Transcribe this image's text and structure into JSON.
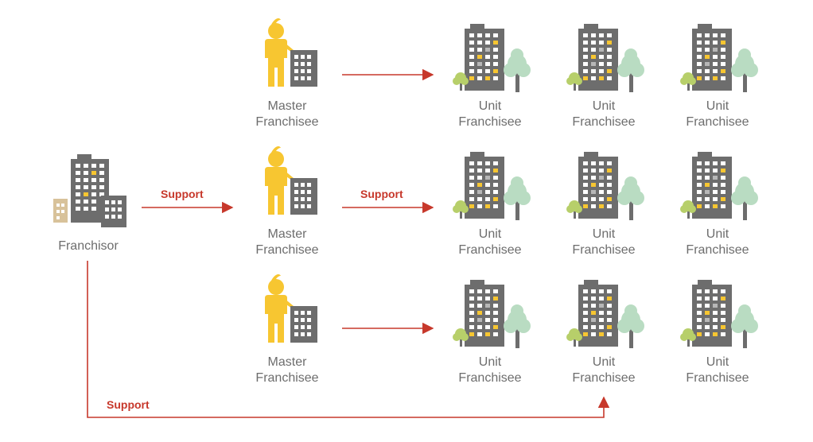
{
  "colors": {
    "arrow": "#c7382b",
    "building": "#6d6d6d",
    "window": "#ffffff",
    "window_accent": "#f7c631",
    "window_muted": "#b7b7b7",
    "person": "#f7c631",
    "tree_large": "#b9dcc2",
    "tree_small": "#b7cf6a",
    "trunk": "#6d6d6d",
    "small_building": "#d8c29a",
    "label": "#6d6d6d"
  },
  "icons": {
    "franchisor": "office-buildings-icon",
    "master_franchisee": "person-with-building-icon",
    "unit_franchisee": "building-with-trees-icon"
  },
  "franchisor": {
    "label": "Franchisor"
  },
  "masters": [
    {
      "label_line1": "Master",
      "label_line2": "Franchisee"
    },
    {
      "label_line1": "Master",
      "label_line2": "Franchisee"
    },
    {
      "label_line1": "Master",
      "label_line2": "Franchisee"
    }
  ],
  "units": [
    [
      {
        "label_line1": "Unit",
        "label_line2": "Franchisee"
      },
      {
        "label_line1": "Unit",
        "label_line2": "Franchisee"
      },
      {
        "label_line1": "Unit",
        "label_line2": "Franchisee"
      }
    ],
    [
      {
        "label_line1": "Unit",
        "label_line2": "Franchisee"
      },
      {
        "label_line1": "Unit",
        "label_line2": "Franchisee"
      },
      {
        "label_line1": "Unit",
        "label_line2": "Franchisee"
      }
    ],
    [
      {
        "label_line1": "Unit",
        "label_line2": "Franchisee"
      },
      {
        "label_line1": "Unit",
        "label_line2": "Franchisee"
      },
      {
        "label_line1": "Unit",
        "label_line2": "Franchisee"
      }
    ]
  ],
  "arrows": {
    "franchisor_to_master": "Support",
    "master_to_units": "Support",
    "franchisor_to_unit": "Support"
  }
}
